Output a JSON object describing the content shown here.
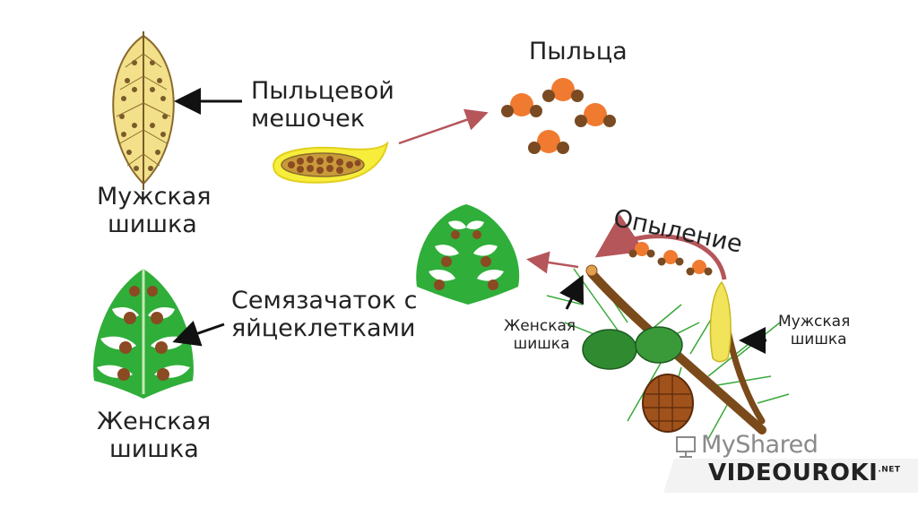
{
  "labels": {
    "male_cone": [
      "Мужская",
      "шишка"
    ],
    "pollen_sac": [
      "Пыльцевой",
      "мешочек"
    ],
    "pollen": "Пыльца",
    "female_cone": [
      "Женская",
      "шишка"
    ],
    "ovule": [
      "Семязачаток с",
      "яйцеклетками"
    ],
    "pollination": "Опыление",
    "branch_female": [
      "Женская",
      "шишка"
    ],
    "branch_male": [
      "Мужская",
      "шишка"
    ]
  },
  "watermark": {
    "top": "MyShared",
    "bottom": "VIDEOUROKI",
    "suffix": ".NET"
  },
  "colors": {
    "cone_yellow": "#f2e08a",
    "cone_brown": "#8a6a2c",
    "pollen_orange": "#f07a30",
    "pollen_brown": "#7a4a22",
    "scale_green": "#2fae3a",
    "arrow_red": "#b5565a",
    "arrow_black": "#111111"
  }
}
